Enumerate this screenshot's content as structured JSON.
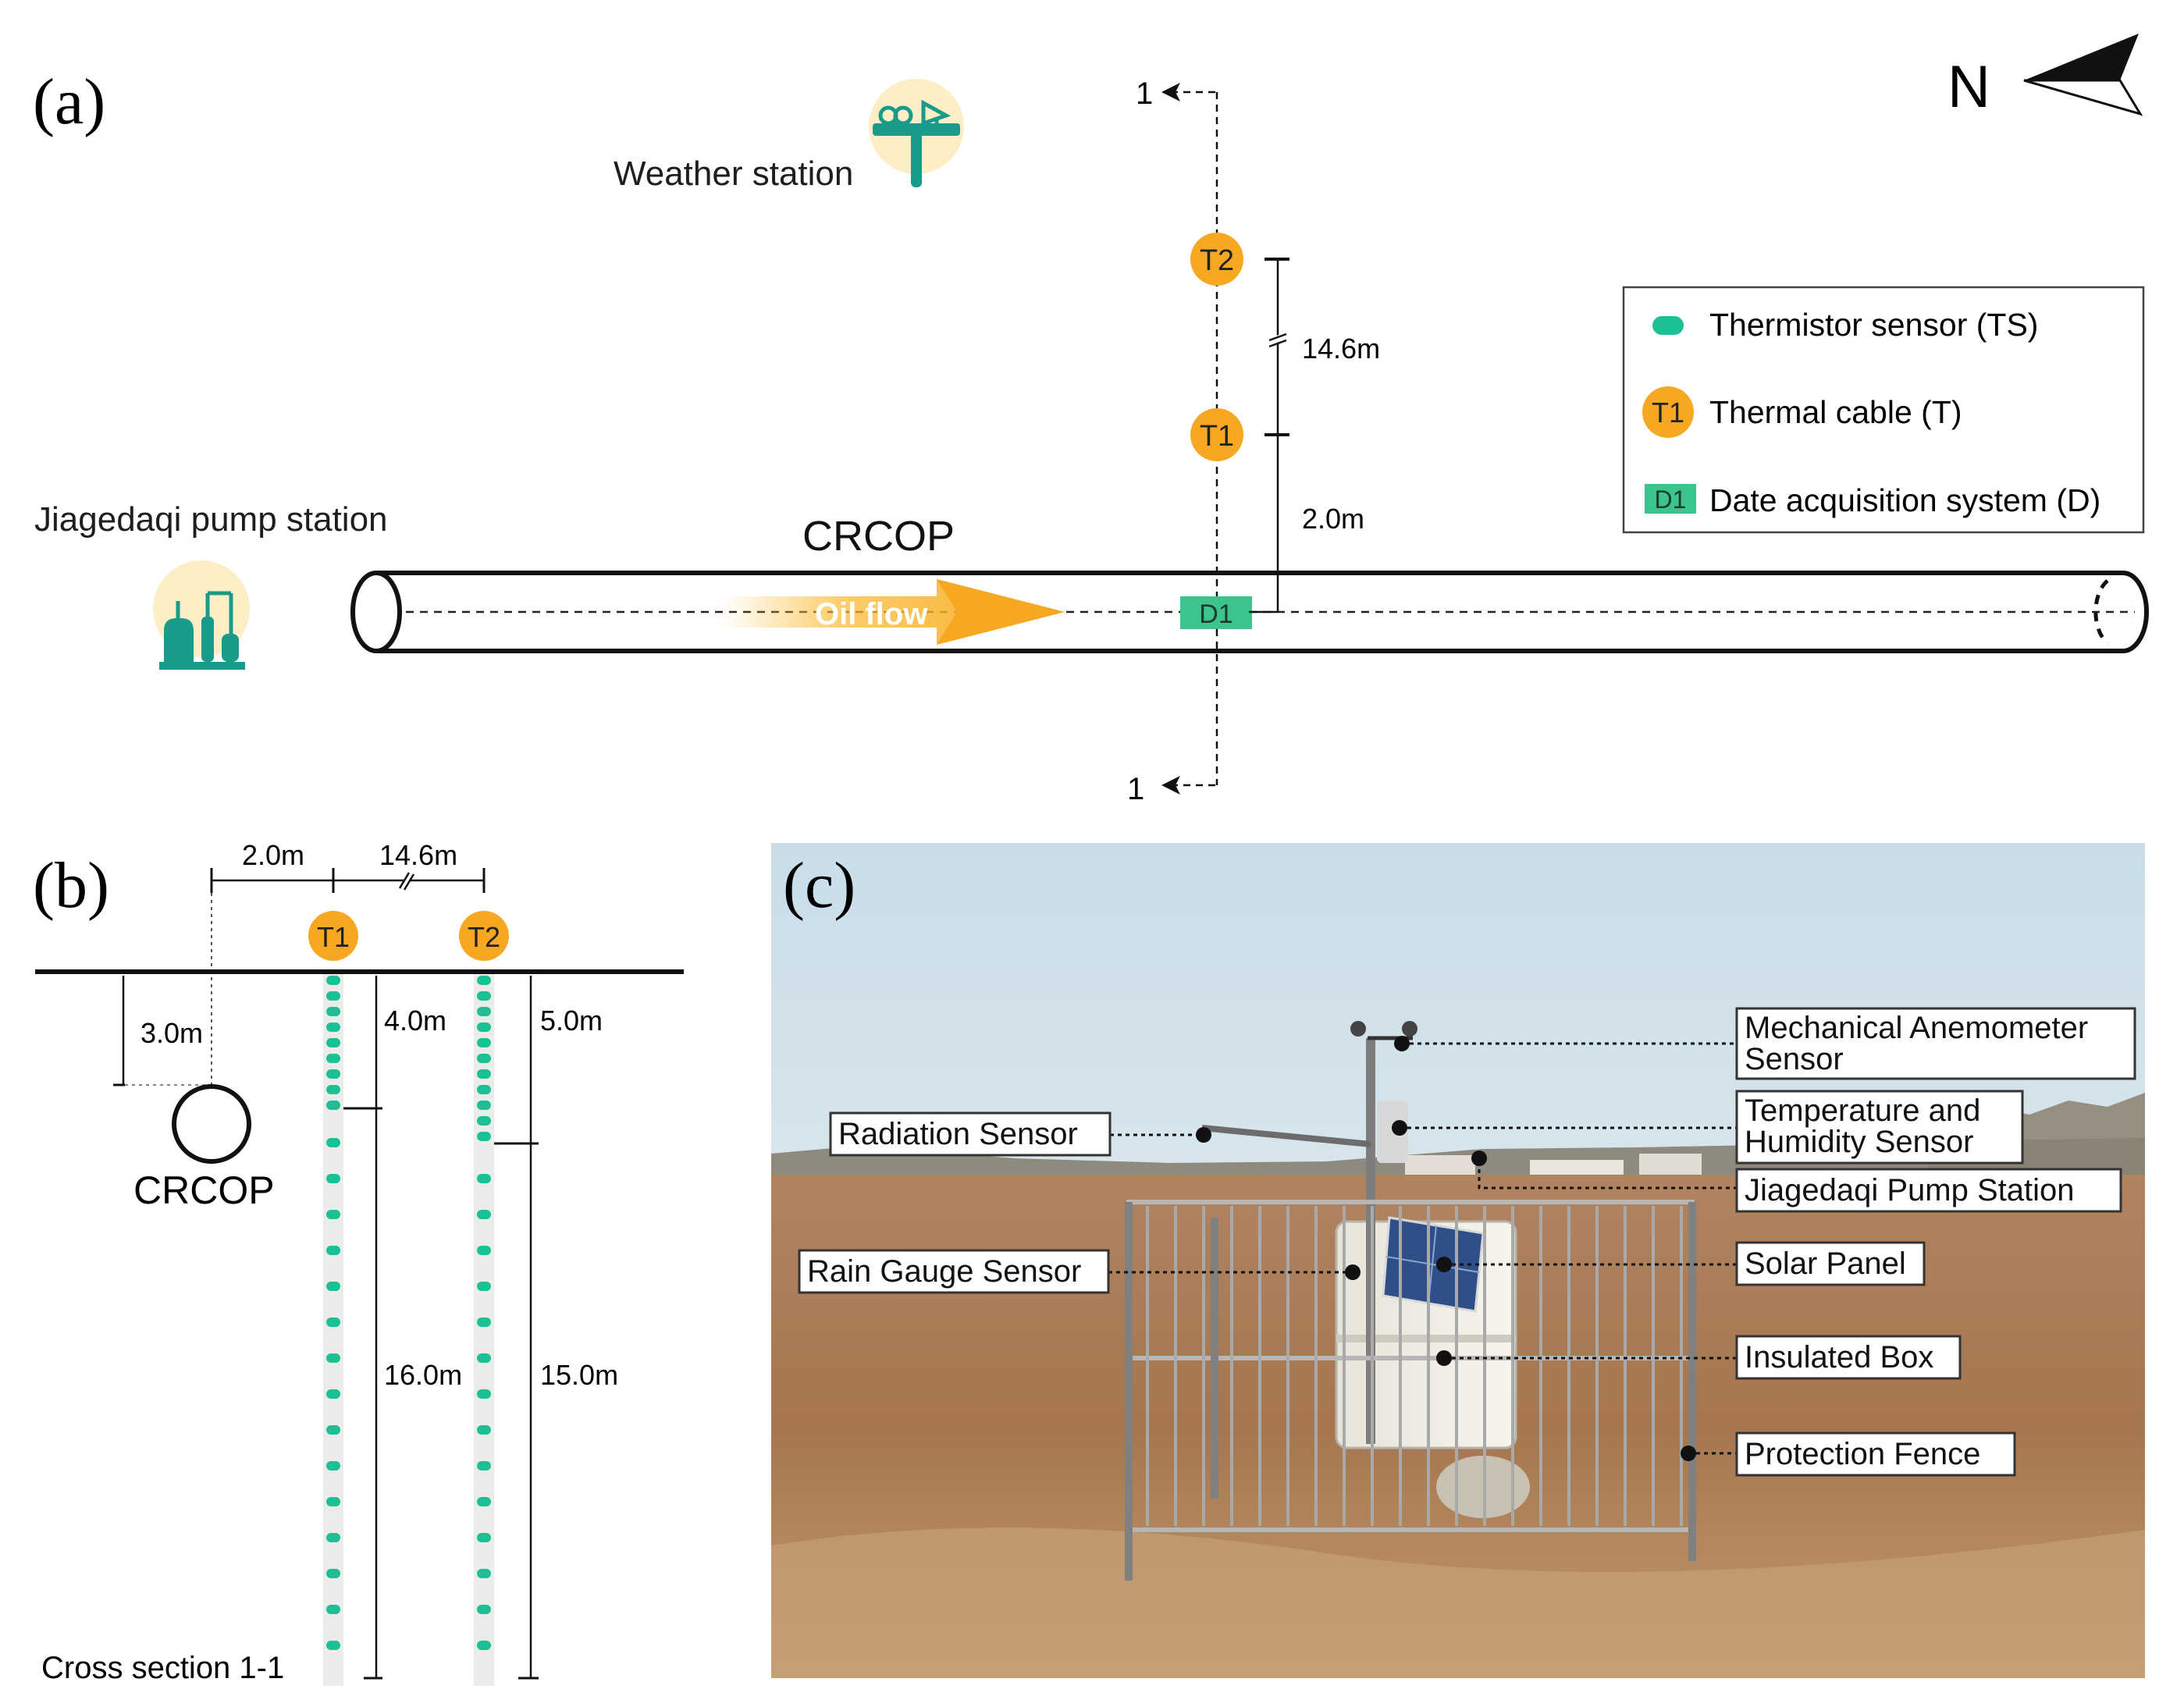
{
  "panel_a": {
    "label": "(a)",
    "compass_letter": "N",
    "weather_station_label": "Weather station",
    "pump_station_label": "Jiagedaqi pump station",
    "pipeline_label": "CRCOP",
    "flow_label": "Oil flow",
    "section_marker_top": "1",
    "section_marker_bottom": "1",
    "cable_t1": "T1",
    "cable_t2": "T2",
    "dag_d1": "D1",
    "dim_t1_t2": "14.6m",
    "dim_pipe_t1": "2.0m",
    "legend": {
      "ts": "Thermistor sensor (TS)",
      "t_symbol": "T1",
      "t": "Thermal cable (T)",
      "d_symbol": "D1",
      "d": "Date acquisition system (D)"
    }
  },
  "panel_b": {
    "label": "(b)",
    "dim_pipe_t1": "2.0m",
    "dim_t1_t2": "14.6m",
    "pipe_depth": "3.0m",
    "pipe_label": "CRCOP",
    "cable_t1": "T1",
    "cable_t2": "T2",
    "t1_upper": "4.0m",
    "t1_lower": "16.0m",
    "t2_upper": "5.0m",
    "t2_lower": "15.0m",
    "caption": "Cross section 1-1"
  },
  "panel_c": {
    "label": "(c)",
    "callouts": {
      "anemometer_l1": "Mechanical Anemometer",
      "anemometer_l2": "Sensor",
      "temp_l1": "Temperature and",
      "temp_l2": "Humidity Sensor",
      "pump": "Jiagedaqi Pump Station",
      "solar": "Solar Panel",
      "box": "Insulated Box",
      "fence": "Protection Fence",
      "radiation": "Radiation Sensor",
      "rain": "Rain Gauge Sensor"
    }
  },
  "colors": {
    "sensor_green": "#1dbf96",
    "cable_orange": "#f7a823",
    "dag_green": "#3cc48c",
    "icon_teal": "#1a9b8a",
    "icon_bg": "#fcefc6"
  }
}
